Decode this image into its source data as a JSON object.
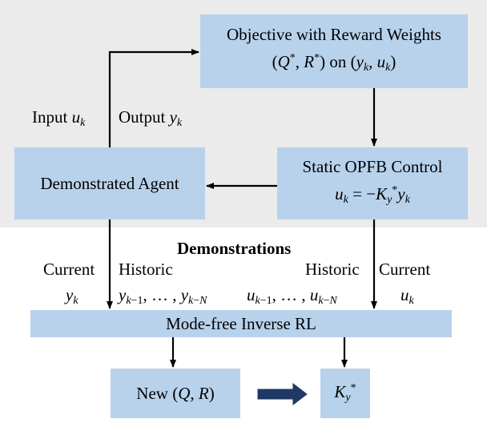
{
  "panel": {
    "objective_box": {
      "line1": "Objective with Reward Weights"
    },
    "static_box": {
      "line1": "Static OPFB Control"
    },
    "agent_box": {
      "label": "Demonstrated Agent"
    },
    "input_label": "Input",
    "output_label": "Output"
  },
  "demonstrations": {
    "title": "Demonstrations",
    "left_current": "Current",
    "left_historic": "Historic",
    "right_historic": "Historic",
    "right_current": "Current"
  },
  "irl_box": {
    "label": "Mode-free Inverse RL"
  },
  "new_box": {
    "label": "New"
  },
  "colors": {
    "box": "#b8d2ec",
    "panel": "#ebebeb",
    "arrow": "#000000",
    "fat_arrow": "#1f3864"
  }
}
